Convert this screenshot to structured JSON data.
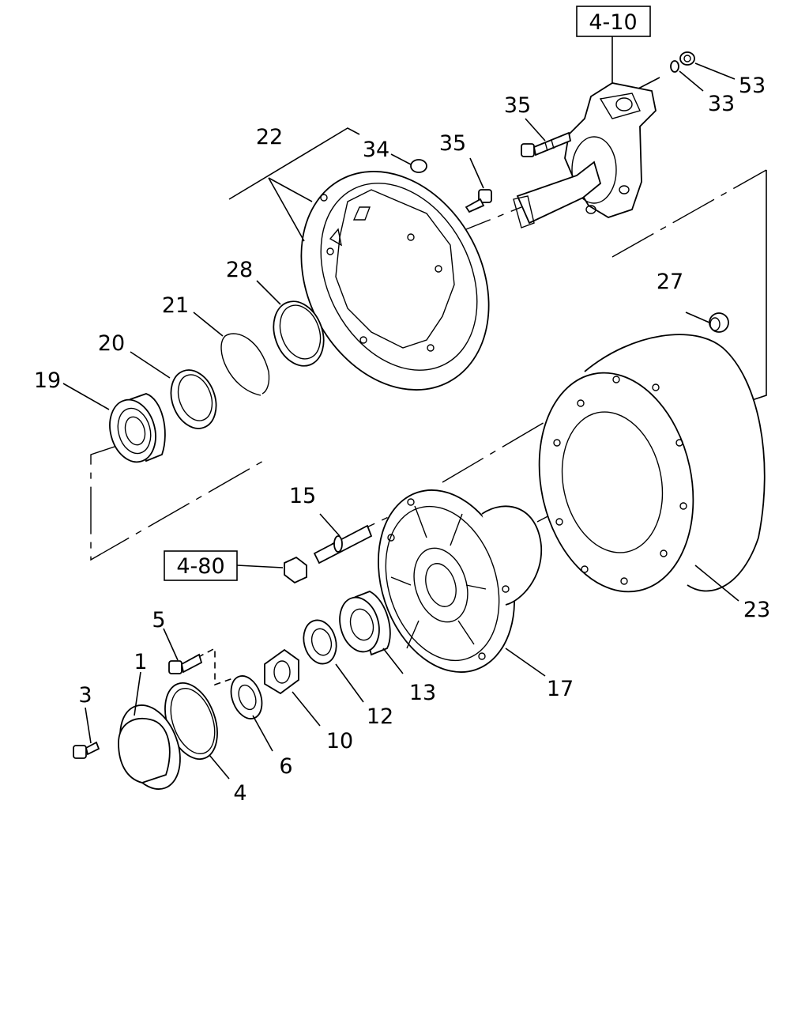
{
  "diagram": {
    "refs": {
      "r410": "4-10",
      "r480": "4-80"
    },
    "labels": {
      "l1": "1",
      "l3": "3",
      "l4": "4",
      "l5": "5",
      "l6": "6",
      "l10": "10",
      "l12": "12",
      "l13": "13",
      "l15": "15",
      "l17": "17",
      "l19": "19",
      "l20": "20",
      "l21": "21",
      "l22": "22",
      "l23": "23",
      "l27": "27",
      "l28": "28",
      "l33": "33",
      "l34": "34",
      "l35a": "35",
      "l35b": "35",
      "l53": "53"
    }
  }
}
